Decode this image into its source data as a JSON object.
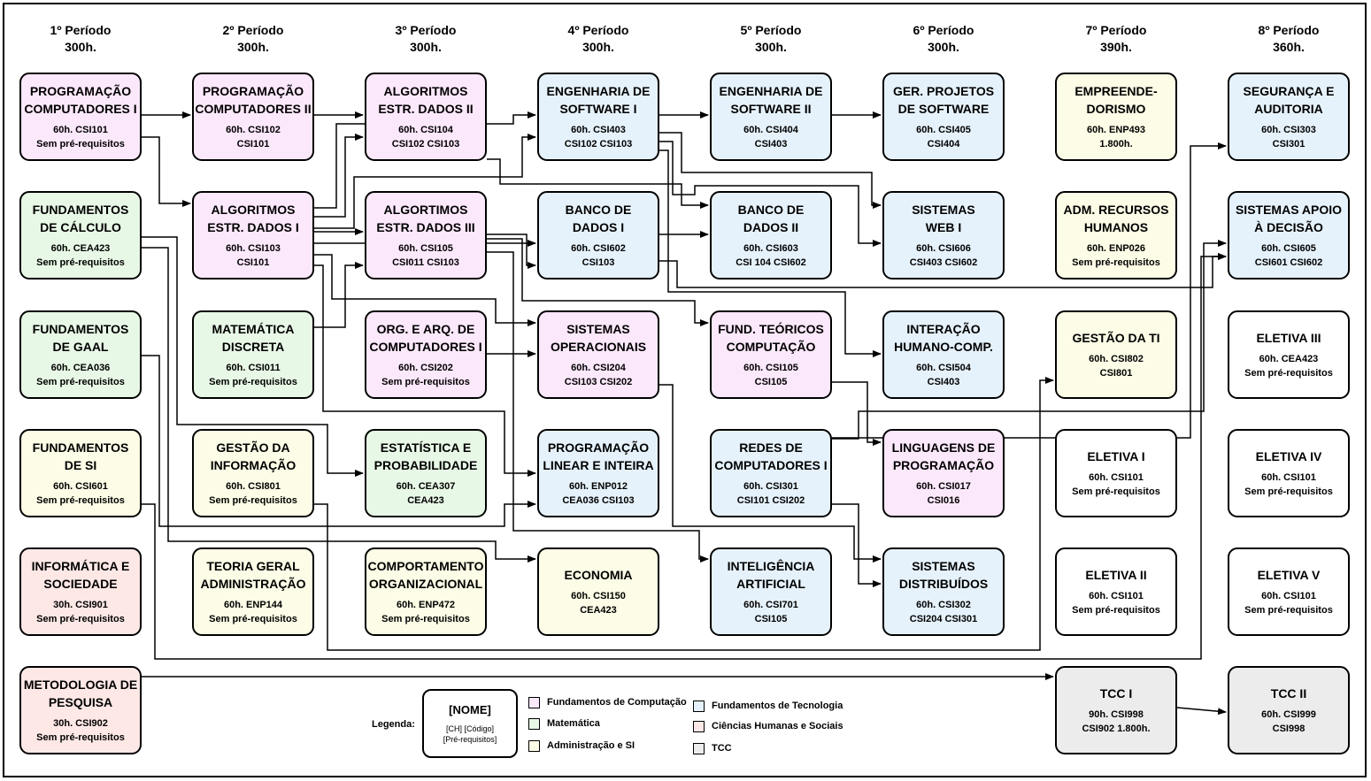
{
  "periods": [
    {
      "label": "1º Período",
      "hours": "300h."
    },
    {
      "label": "2º Período",
      "hours": "300h."
    },
    {
      "label": "3º Período",
      "hours": "300h."
    },
    {
      "label": "4º Período",
      "hours": "300h."
    },
    {
      "label": "5º Período",
      "hours": "300h."
    },
    {
      "label": "6º Período",
      "hours": "300h."
    },
    {
      "label": "7º Período",
      "hours": "390h."
    },
    {
      "label": "8º Período",
      "hours": "360h."
    }
  ],
  "courses": {
    "p1a": {
      "name": "PROGRAMAÇÃO\nCOMPUTADORES I",
      "info": "60h. CSI101\nSem pré-requisitos",
      "category": "fc"
    },
    "p1b": {
      "name": "FUNDAMENTOS\nDE CÁLCULO",
      "info": "60h. CEA423\nSem pré-requisitos",
      "category": "mt"
    },
    "p1c": {
      "name": "FUNDAMENTOS\nDE GAAL",
      "info": "60h. CEA036\nSem pré-requisitos",
      "category": "mt"
    },
    "p1d": {
      "name": "FUNDAMENTOS\nDE SI",
      "info": "60h. CSI601\nSem pré-requisitos",
      "category": "ad"
    },
    "p1e": {
      "name": "INFORMÁTICA E\nSOCIEDADE",
      "info": "30h. CSI901\nSem pré-requisitos",
      "category": "ch"
    },
    "p1f": {
      "name": "METODOLOGIA DE\nPESQUISA",
      "info": "30h. CSI902\nSem pré-requisitos",
      "category": "ch"
    },
    "p2a": {
      "name": "PROGRAMAÇÃO\nCOMPUTADORES II",
      "info": "60h. CSI102\nCSI101",
      "category": "fc"
    },
    "p2b": {
      "name": "ALGORITMOS\nESTR. DADOS I",
      "info": "60h. CSI103\nCSI101",
      "category": "fc"
    },
    "p2c": {
      "name": "MATEMÁTICA\nDISCRETA",
      "info": "60h. CSI011\nSem pré-requisitos",
      "category": "mt"
    },
    "p2d": {
      "name": "GESTÃO DA\nINFORMAÇÃO",
      "info": "60h. CSI801\nSem pré-requisitos",
      "category": "ad"
    },
    "p2e": {
      "name": "TEORIA GERAL\nADMINISTRAÇÃO",
      "info": "60h. ENP144\nSem pré-requisitos",
      "category": "ad"
    },
    "p3a": {
      "name": "ALGORITMOS\nESTR. DADOS II",
      "info": "60h. CSI104\nCSI102 CSI103",
      "category": "fc"
    },
    "p3b": {
      "name": "ALGORTIMOS\nESTR. DADOS III",
      "info": "60h. CSI105\nCSI011 CSI103",
      "category": "fc"
    },
    "p3c": {
      "name": "ORG. E ARQ. DE\nCOMPUTADORES I",
      "info": "60h. CSI202\nSem pré-requisitos",
      "category": "fc"
    },
    "p3d": {
      "name": "ESTATÍSTICA E\nPROBABILIDADE",
      "info": "60h. CEA307\nCEA423",
      "category": "mt"
    },
    "p3e": {
      "name": "COMPORTAMENTO\nORGANIZACIONAL",
      "info": "60h. ENP472\nSem pré-requisitos",
      "category": "ad"
    },
    "p4a": {
      "name": "ENGENHARIA DE\nSOFTWARE I",
      "info": "60h. CSI403\nCSI102 CSI103",
      "category": "ft"
    },
    "p4b": {
      "name": "BANCO DE\nDADOS I",
      "info": "60h. CSI602\nCSI103",
      "category": "ft"
    },
    "p4c": {
      "name": "SISTEMAS\nOPERACIONAIS",
      "info": "60h. CSI204\nCSI103 CSI202",
      "category": "fc"
    },
    "p4d": {
      "name": "PROGRAMAÇÃO\nLINEAR E INTEIRA",
      "info": "60h. ENP012\nCEA036 CSI103",
      "category": "ft"
    },
    "p4e": {
      "name": "ECONOMIA",
      "info": "60h. CSI150\nCEA423",
      "category": "ad"
    },
    "p5a": {
      "name": "ENGENHARIA DE\nSOFTWARE II",
      "info": "60h. CSI404\nCSI403",
      "category": "ft"
    },
    "p5b": {
      "name": "BANCO DE\nDADOS II",
      "info": "60h. CSI603\nCSI 104 CSI602",
      "category": "ft"
    },
    "p5c": {
      "name": "FUND. TEÓRICOS\nCOMPUTAÇÃO",
      "info": "60h. CSI105\nCSI105",
      "category": "fc"
    },
    "p5d": {
      "name": "REDES DE\nCOMPUTADORES I",
      "info": "60h. CSI301\nCSI101 CSI202",
      "category": "ft"
    },
    "p5e": {
      "name": "INTELIGÊNCIA\nARTIFICIAL",
      "info": "60h. CSI701\nCSI105",
      "category": "ft"
    },
    "p6a": {
      "name": "GER. PROJETOS\nDE SOFTWARE",
      "info": "60h. CSI405\nCSI404",
      "category": "ft"
    },
    "p6b": {
      "name": "SISTEMAS\nWEB I",
      "info": "60h. CSI606\nCSI403 CSI602",
      "category": "ft"
    },
    "p6c": {
      "name": "INTERAÇÃO\nHUMANO-COMP.",
      "info": "60h. CSI504\nCSI403",
      "category": "ft"
    },
    "p6d": {
      "name": "LINGUAGENS DE\nPROGRAMAÇÃO",
      "info": "60h. CSI017\nCSI016",
      "category": "fc"
    },
    "p6e": {
      "name": "SISTEMAS\nDISTRIBUÍDOS",
      "info": "60h. CSI302\nCSI204 CSI301",
      "category": "ft"
    },
    "p7a": {
      "name": "EMPREENDE-\nDORISMO",
      "info": "60h. ENP493\n1.800h.",
      "category": "ad"
    },
    "p7b": {
      "name": "ADM. RECURSOS\nHUMANOS",
      "info": "60h. ENP026\nSem pré-requisitos",
      "category": "ad"
    },
    "p7c": {
      "name": "GESTÃO DA TI",
      "info": "60h. CSI802\nCSI801",
      "category": "ad"
    },
    "p7d": {
      "name": "ELETIVA I",
      "info": "60h. CSI101\nSem pré-requisitos",
      "category": "wh"
    },
    "p7e": {
      "name": "ELETIVA II",
      "info": "60h. CSI101\nSem pré-requisitos",
      "category": "wh"
    },
    "p7f": {
      "name": "TCC I",
      "info": "90h. CSI998\nCSI902 1.800h.",
      "category": "tc"
    },
    "p8a": {
      "name": "SEGURANÇA E\nAUDITORIA",
      "info": "60h. CSI303\nCSI301",
      "category": "ft"
    },
    "p8b": {
      "name": "SISTEMAS APOIO\nÀ DECISÃO",
      "info": "60h. CSI605\nCSI601 CSI602",
      "category": "ft"
    },
    "p8c": {
      "name": "ELETIVA III",
      "info": "60h. CEA423\nSem pré-requisitos",
      "category": "wh"
    },
    "p8d": {
      "name": "ELETIVA IV",
      "info": "60h. CSI101\nSem pré-requisitos",
      "category": "wh"
    },
    "p8e": {
      "name": "ELETIVA V",
      "info": "60h. CSI101\nSem pré-requisitos",
      "category": "wh"
    },
    "p8f": {
      "name": "TCC II",
      "info": "60h. CSI999\nCSI998",
      "category": "tc"
    }
  },
  "legend": {
    "label": "Legenda:",
    "box_name": "[NOME]",
    "box_info": "[CH] [Código]\n[Pré-requisitos]",
    "items": [
      {
        "label": "Fundamentos de Computação",
        "color": "#fce8fb"
      },
      {
        "label": "Matemática",
        "color": "#e8f8e6"
      },
      {
        "label": "Administração e SI",
        "color": "#fdfce6"
      },
      {
        "label": "Fundamentos de Tecnologia",
        "color": "#e6f2fb"
      },
      {
        "label": "Ciências Humanas e Sociais",
        "color": "#fde8e6"
      },
      {
        "label": "TCC",
        "color": "#ececec"
      }
    ]
  }
}
